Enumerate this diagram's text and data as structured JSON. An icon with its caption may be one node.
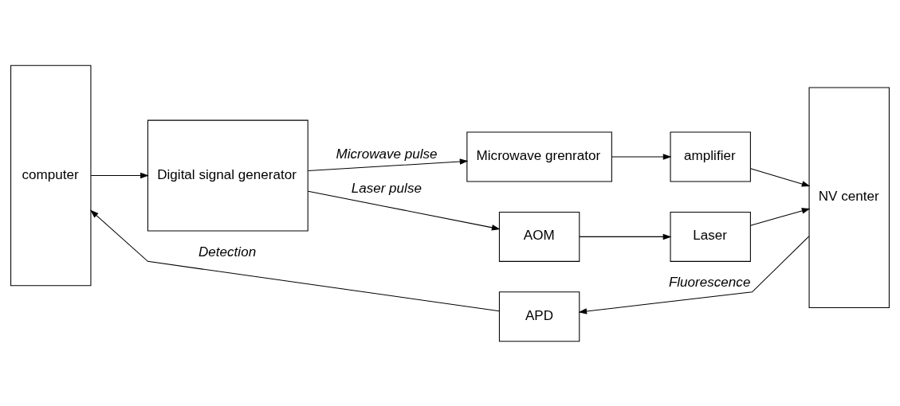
{
  "diagram": {
    "nodes": [
      {
        "text": [
          "computer"
        ]
      },
      {
        "text": [
          "Digital signal generator"
        ]
      },
      {
        "text": [
          "Microwave grenrator"
        ]
      },
      {
        "text": [
          "amplifier"
        ]
      },
      {
        "text": [
          "AOM"
        ]
      },
      {
        "text": [
          "Laser"
        ]
      },
      {
        "text": [
          "NV center"
        ]
      },
      {
        "text": [
          "APD"
        ]
      }
    ],
    "edges": [
      {
        "from": 0,
        "to": 1,
        "arrow": "to"
      },
      {
        "from": 1,
        "to": 2,
        "arrow": "to",
        "label": "Microwave pulse"
      },
      {
        "from": 2,
        "to": 3,
        "arrow": "to"
      },
      {
        "from": 3,
        "to": 6,
        "arrow": "to"
      },
      {
        "from": 1,
        "to": 4,
        "arrow": "to",
        "label": "Laser pulse"
      },
      {
        "from": 4,
        "to": 5,
        "arrow": "to"
      },
      {
        "from": 5,
        "to": 6,
        "arrow": "to"
      },
      {
        "from": 6,
        "to": 7,
        "arrow": "to",
        "label": "Fluorescence"
      },
      {
        "from": 7,
        "to": 0,
        "arrow": "to",
        "label": "Detection"
      }
    ]
  }
}
